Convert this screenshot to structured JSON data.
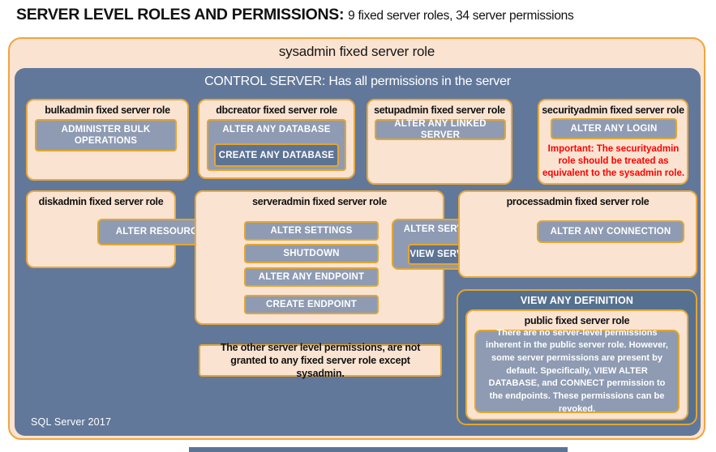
{
  "title": {
    "strong": "SERVER LEVEL ROLES AND PERMISSIONS:",
    "normal": "9 fixed server roles, 34 server permissions"
  },
  "sysadmin_label": "sysadmin fixed server role",
  "control_server_label": "CONTROL SERVER: Has all permissions in the server",
  "footer_label": "SQL Server 2017",
  "roles": {
    "bulkadmin": {
      "title": "bulkadmin fixed server role",
      "permission": "ADMINISTER BULK OPERATIONS"
    },
    "dbcreator": {
      "title": "dbcreator fixed server role",
      "permission_outer": "ALTER ANY DATABASE",
      "permission_inner": "CREATE ANY DATABASE"
    },
    "setupadmin": {
      "title": "setupadmin fixed server role",
      "permission": "ALTER ANY LINKED SERVER"
    },
    "securityadmin": {
      "title": "securityadmin fixed server role",
      "permission": "ALTER ANY LOGIN",
      "warning": "Important: The securityadmin role should be treated as equivalent to the sysadmin role."
    },
    "diskadmin": {
      "title": "diskadmin fixed server role",
      "permission": "ALTER RESOURCES"
    },
    "serveradmin": {
      "title": "serveradmin fixed server role",
      "permissions": [
        "ALTER SETTINGS",
        "SHUTDOWN",
        "ALTER ANY ENDPOINT",
        "CREATE ENDPOINT"
      ],
      "permission_outer": "ALTER SERVER STATE",
      "permission_inner": "VIEW SERVER STATE"
    },
    "processadmin": {
      "title": "processadmin fixed server role",
      "permission": "ALTER ANY CONNECTION"
    },
    "public": {
      "permission_outer": "VIEW ANY DEFINITION",
      "title": "public fixed server role",
      "note": "There are no server-level permissions inherent in the public server role. However, some server permissions are present by default. Specifically, VIEW ALTER DATABASE, and CONNECT permission to the endpoints. These permissions can be revoked."
    }
  },
  "note": "The other server level permissions, are not granted to any fixed server role except sysadmin.",
  "colors": {
    "peach": "#FAE3D1",
    "gold_border": "#E3A62F",
    "gold_outer_border": "#F2A440",
    "blue": "#62789A",
    "blue_dark": "#56718F",
    "gray_chip": "#8E9BB3",
    "warning_red": "#FF0000"
  }
}
